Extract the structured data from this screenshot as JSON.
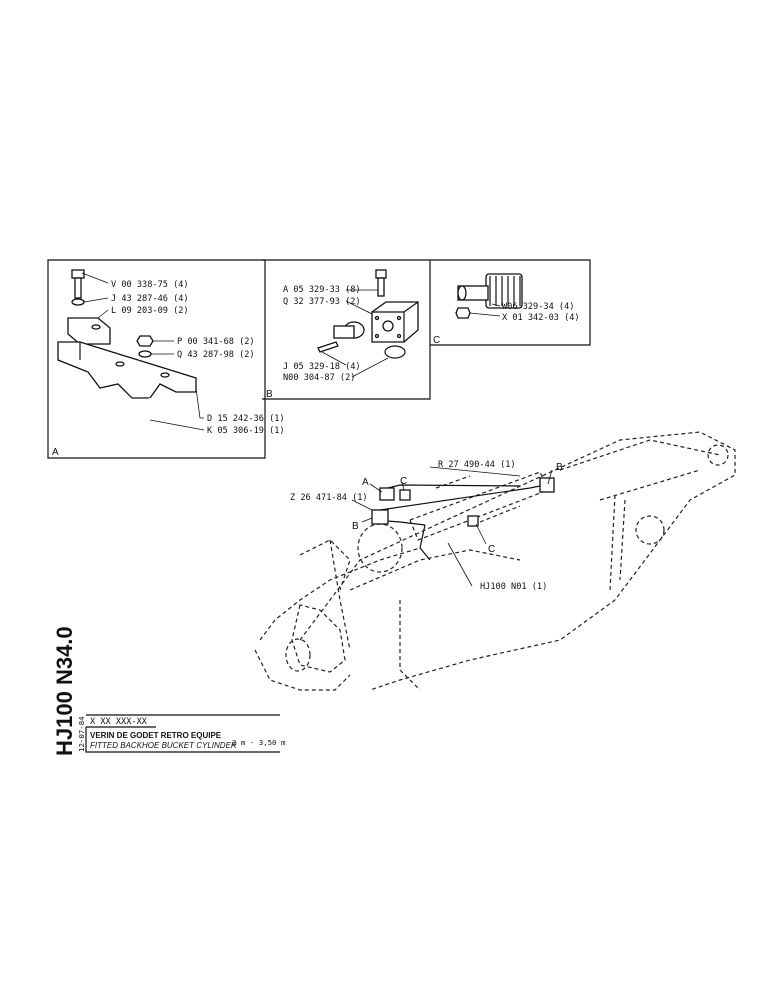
{
  "drawing_code": "HJ100 N34.0",
  "title_block": {
    "ref_code": "X XX XXX-XX",
    "date": "12-07-84",
    "title_fr": "VERIN DE GODET RETRO EQUIPE",
    "title_en": "FITTED BACKHOE BUCKET CYLINDER",
    "dimension": "2 m - 3,50 m"
  },
  "panel_a": {
    "letter": "A",
    "parts": [
      "V 00 338-75 (4)",
      "J 43 287-46 (4)",
      "L 09 203-09 (2)",
      "P 00 341-68 (2)",
      "Q 43 287-98 (2)",
      "D 15 242-36 (1)",
      "K 05 306-19 (1)"
    ]
  },
  "panel_b": {
    "letter": "B",
    "parts": [
      "A 05 329-33 (8)",
      "Q 32 377-93 (2)",
      "J 05 329-18 (4)",
      "N00 304-87 (2)"
    ]
  },
  "panel_c": {
    "letter": "C",
    "parts": [
      "W06 329-34 (4)",
      "X 01 342-03 (4)"
    ]
  },
  "main_view": {
    "parts": [
      "R 27 490-44 (1)",
      "Z 26 471-84 (1)",
      "HJ100 N01 (1)"
    ],
    "callouts": [
      "A",
      "B",
      "B",
      "C",
      "C"
    ]
  }
}
